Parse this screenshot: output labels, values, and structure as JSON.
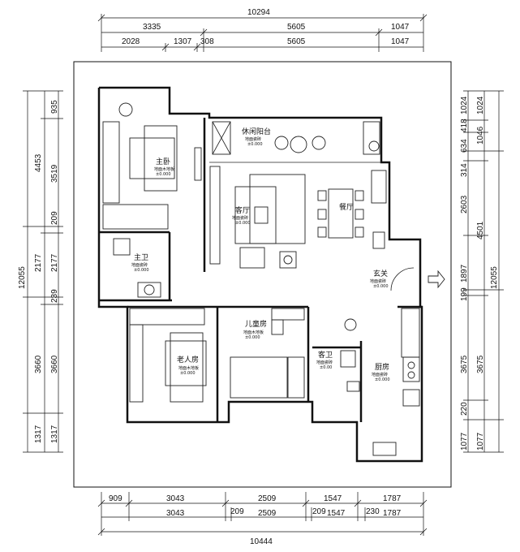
{
  "dimensions": {
    "top_total": "10294",
    "top_row1": [
      "3335",
      "5605",
      "1047"
    ],
    "top_row2": [
      "2028",
      "1307",
      "308",
      "5605",
      "1047"
    ],
    "bottom_row1": [
      "909",
      "3043",
      "2509",
      "1547",
      "1787"
    ],
    "bottom_row2": [
      "3043",
      "209",
      "2509",
      "209",
      "1547",
      "230",
      "1787"
    ],
    "bottom_total": "10444",
    "left_outer": [
      "4453",
      "2177",
      "3660",
      "1317"
    ],
    "left_outer_total": "12055",
    "left_inner": [
      "935",
      "3519",
      "209",
      "2177",
      "239",
      "3660",
      "1317"
    ],
    "right_inner": [
      "1024",
      "418",
      "634",
      "314",
      "2603",
      "1897",
      "199",
      "3675",
      "220",
      "1077"
    ],
    "right_outer": [
      "1024",
      "1046",
      "4501",
      "3675",
      "1077"
    ],
    "right_outer_total": "12055"
  },
  "rooms": {
    "master_bedroom": "主卧",
    "master_bedroom_floor": "地面木地板",
    "leisure_balcony": "休闲阳台",
    "balcony_floor": "地面瓷砖",
    "living_room": "客厅",
    "living_floor": "地面瓷砖",
    "dining_room": "餐厅",
    "master_bath": "主卫",
    "master_bath_floor": "地面瓷砖",
    "entrance": "玄关",
    "entrance_floor": "地面瓷砖",
    "children_room": "儿童房",
    "children_floor": "地面木地板",
    "elderly_room": "老人房",
    "elderly_floor": "地面木地板",
    "guest_bath": "客卫",
    "guest_bath_floor": "地面瓷砖",
    "kitchen": "厨房",
    "kitchen_floor": "地面瓷砖",
    "level": "±0.000",
    "level_short": "±0.00"
  }
}
